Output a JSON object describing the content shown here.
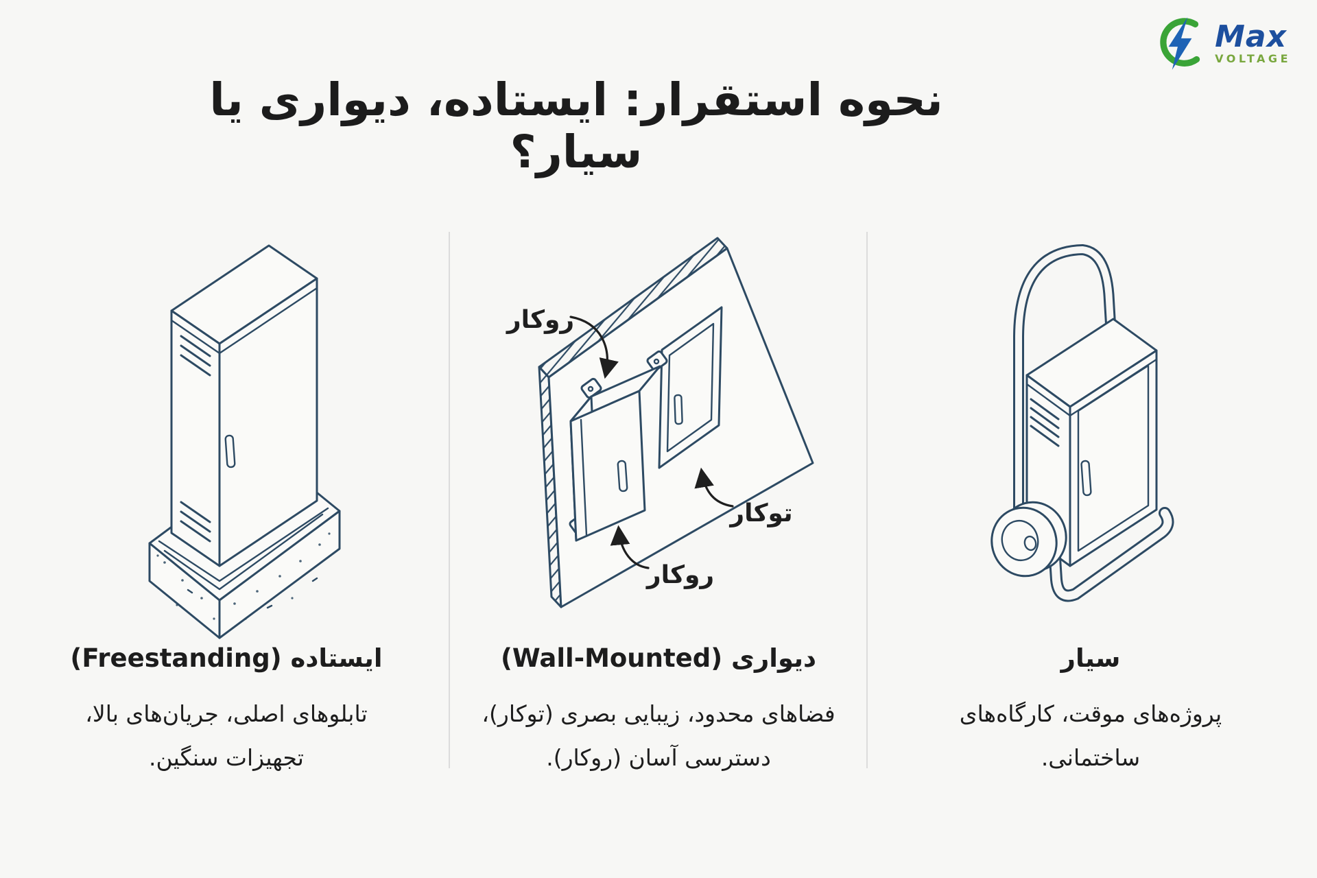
{
  "logo": {
    "brand": "Max",
    "subtitle": "VOLTAGE",
    "brand_color": "#1d4f9e",
    "subtitle_color": "#79a73e",
    "arc_color": "#3aa437",
    "bolt_color": "#1e63b5"
  },
  "title": {
    "text": "نحوه استقرار: ایستاده، دیواری یا سیار؟",
    "color": "#1c1c1c"
  },
  "sections": {
    "freestanding": {
      "heading": "ایستاده (Freestanding)",
      "body": "تابلوهای اصلی، جریان‌های بالا، تجهیزات سنگین.",
      "illustration": "freestanding-cabinet-on-concrete-plinth"
    },
    "wall_mounted": {
      "heading": "دیواری (Wall-Mounted)",
      "body": "فضاهای محدود، زیبایی بصری (توکار)، دسترسی آسان (روکار).",
      "illustration": "wall-with-surface-box-and-flush-panel",
      "labels": {
        "surface_top": "روکار",
        "surface_bottom": "روکار",
        "flush": "توکار"
      }
    },
    "portable": {
      "heading": "سیار",
      "body": "پروژه‌های موقت، کارگاه‌های ساختمانی.",
      "illustration": "hand-truck-with-panel-box"
    }
  },
  "style": {
    "line_color": "#2d4a63",
    "background": "#f7f7f5",
    "divider_color": "#dcdcdc"
  }
}
